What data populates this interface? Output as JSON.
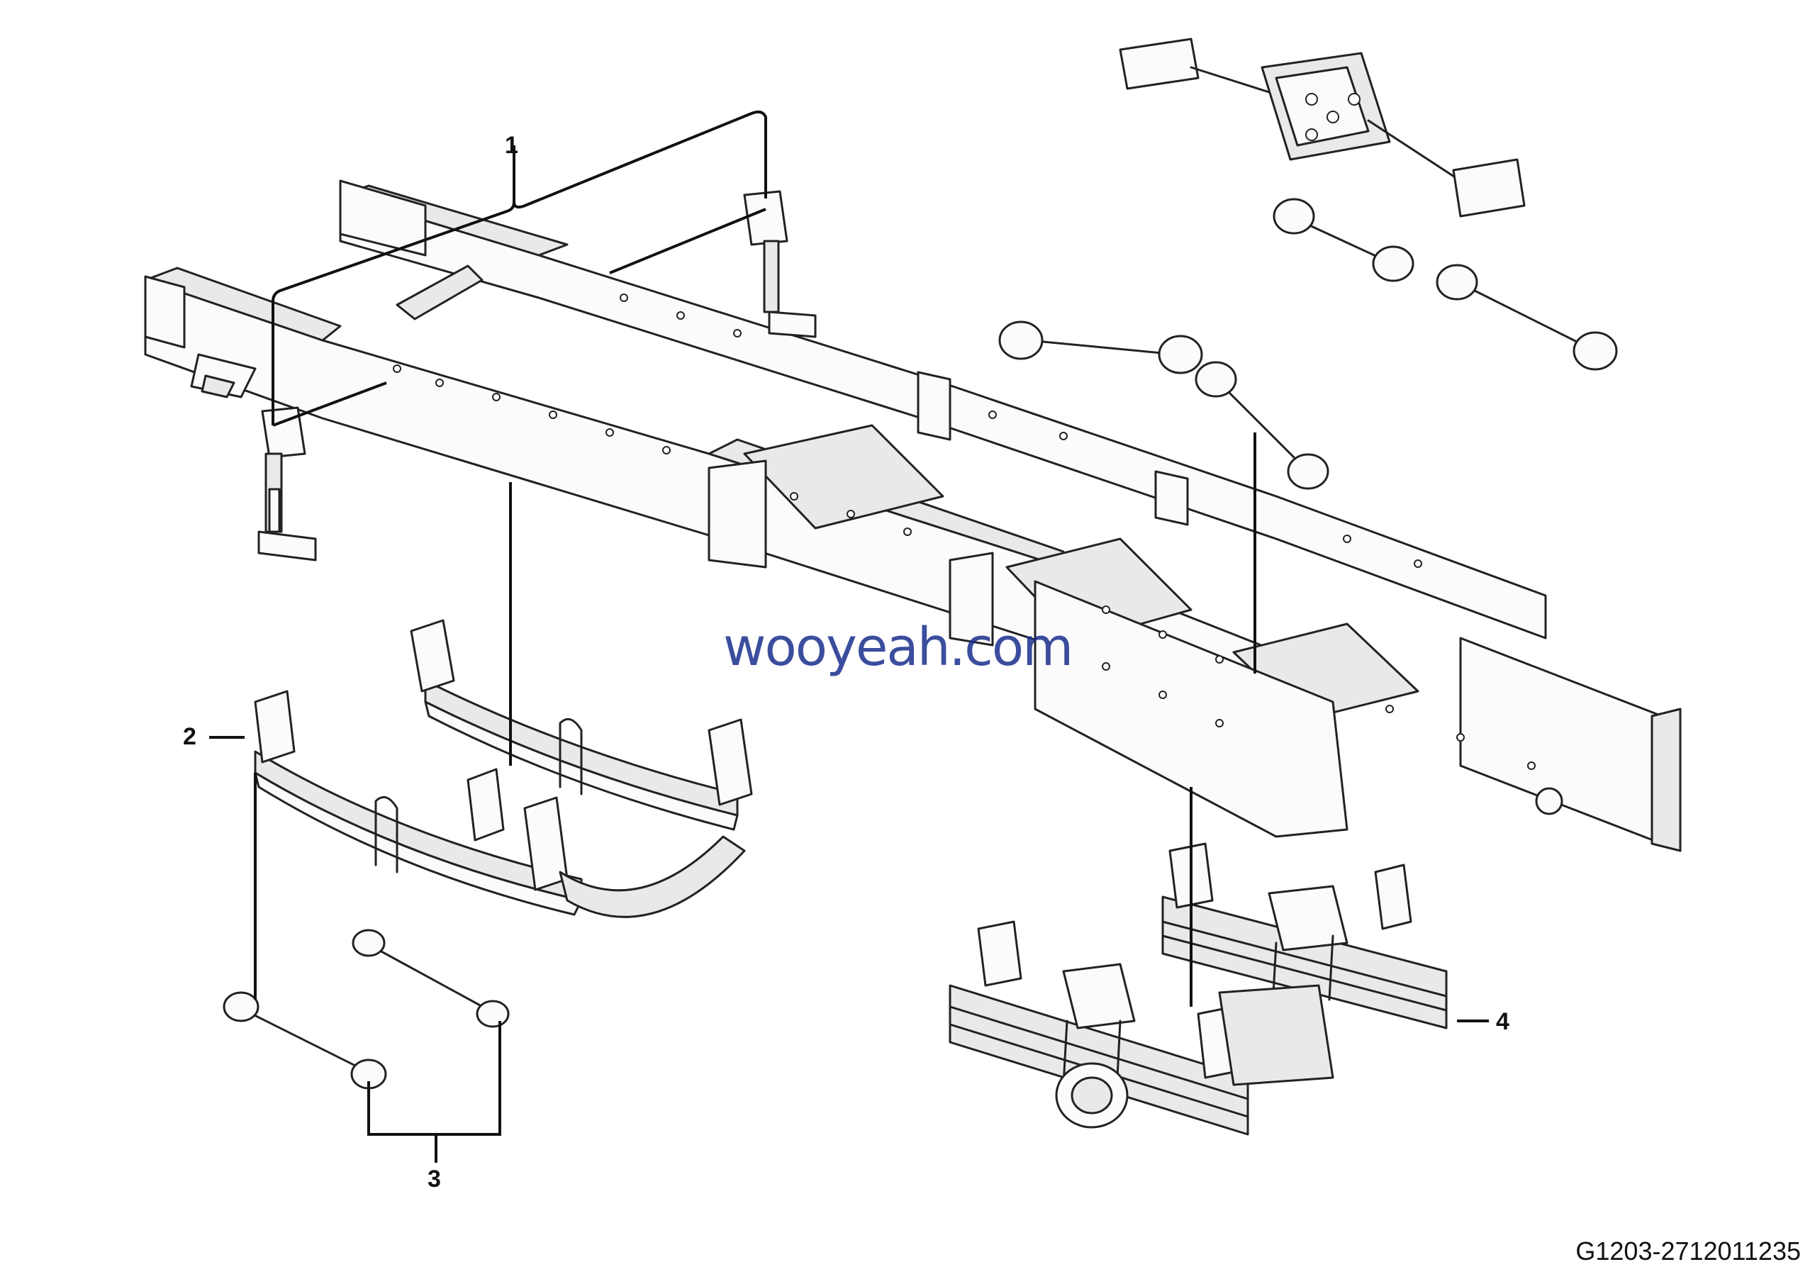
{
  "callouts": [
    {
      "id": "callout-1",
      "text": "1"
    },
    {
      "id": "callout-2",
      "text": "2"
    },
    {
      "id": "callout-3",
      "text": "3"
    },
    {
      "id": "callout-4",
      "text": "4"
    }
  ],
  "watermark": "wooyeah.com",
  "drawing_id": "G1203-2712011235"
}
